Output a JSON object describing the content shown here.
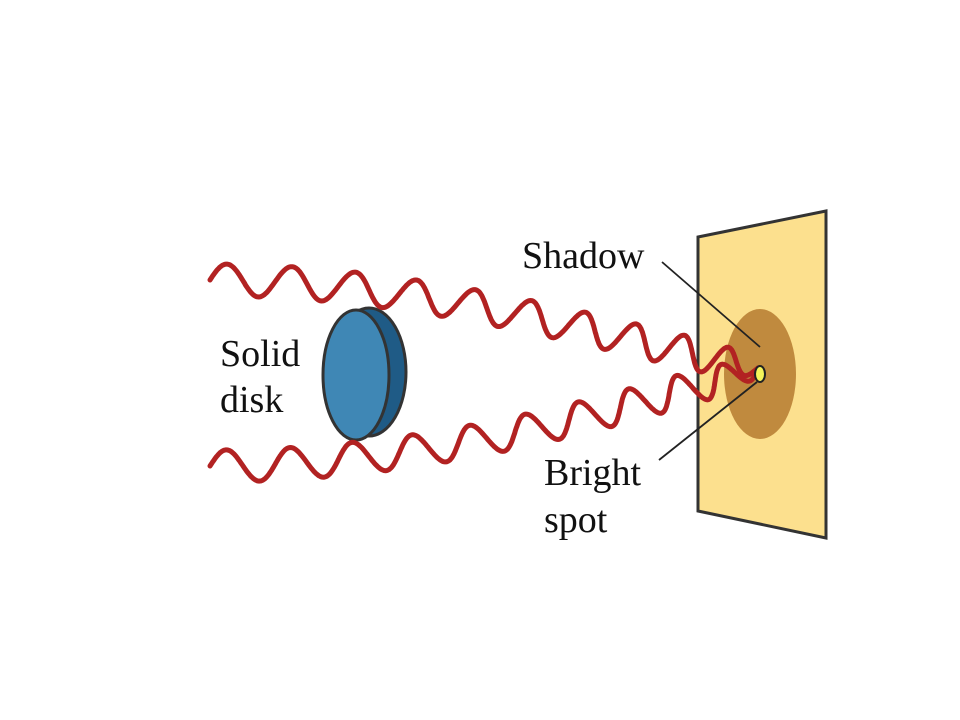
{
  "labels": {
    "disk_line1": "Solid",
    "disk_line2": "disk",
    "shadow": "Shadow",
    "bright_line1": "Bright",
    "bright_line2": "spot"
  },
  "colors": {
    "wave": "#b22222",
    "disk_face": "#3f87b5",
    "disk_rim": "#1f5b86",
    "screen": "#fce08e",
    "shadow": "#c08a3e",
    "bright_spot": "#f4f45a",
    "outline": "#333333"
  },
  "icons": {
    "disk": "solid-disk-icon",
    "screen": "screen-icon",
    "shadow": "shadow-region-icon",
    "bright_spot": "bright-spot-icon"
  }
}
